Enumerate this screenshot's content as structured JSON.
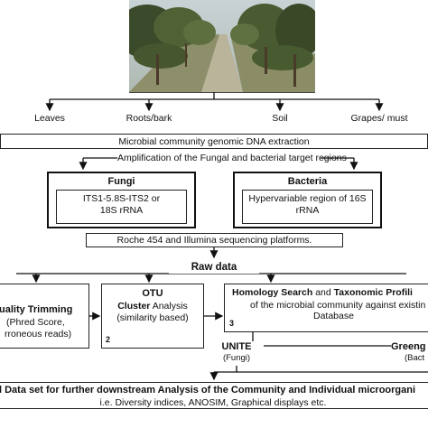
{
  "samples": [
    "Leaves",
    "Roots/bark",
    "Soil",
    "Grapes/ must"
  ],
  "steps": {
    "extraction": "Microbial community genomic DNA extraction",
    "amplification": "Amplification of the Fungal and bacterial target regions",
    "sequencing": "Roche 454 and Illumina sequencing platforms.",
    "raw_data": "Raw data"
  },
  "fungi": {
    "title": "Fungi",
    "region_line1": "ITS1-5.8S-ITS2 or",
    "region_line2": "18S rRNA"
  },
  "bacteria": {
    "title": "Bacteria",
    "region_line1": "Hypervariable region of 16S",
    "region_line2": "rRNA"
  },
  "analysis": {
    "quality": {
      "title": "uality Trimming",
      "line1": "(Phred Score,",
      "line2": "rroneous reads)"
    },
    "otu": {
      "title": "OTU",
      "line1_bold": "Cluster",
      "line1_rest": " Analysis",
      "line2": "(similarity based)",
      "number": "2"
    },
    "homology": {
      "title_bold1": "Homology Search",
      "title_mid": " and ",
      "title_bold2": "Taxonomic Profili",
      "line1": "of the microbial community against existin",
      "line2": "Database",
      "number": "3"
    },
    "databases": [
      {
        "name": "UNITE",
        "sub": "(Fungi)"
      },
      {
        "name": "Greeng",
        "sub": "(Bact"
      }
    ]
  },
  "final": {
    "title": "l Data set for further downstream Analysis of the Community and Individual microorgani",
    "subtitle": "i.e. Diversity indices, ANOSIM, Graphical displays etc."
  }
}
